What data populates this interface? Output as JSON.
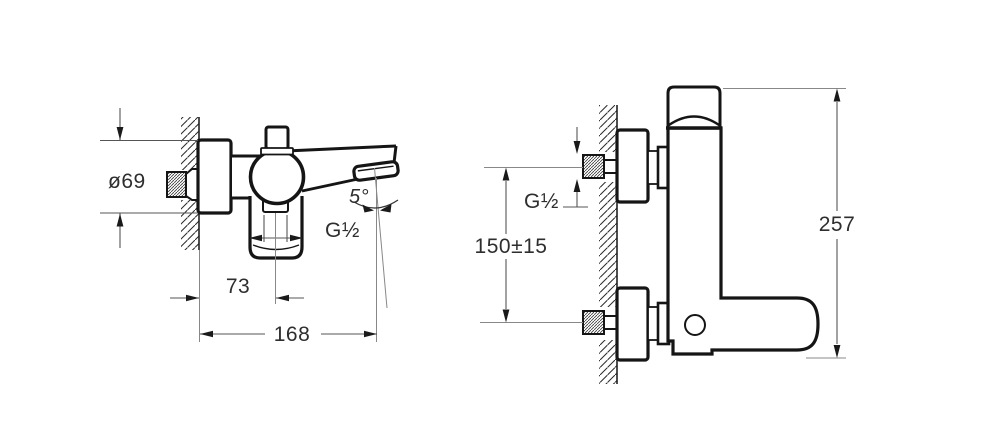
{
  "drawing": {
    "colors": {
      "outline": "#151515",
      "dimension_line": "#555555",
      "extension_line": "#888888",
      "arrow": "#1a1a1a",
      "text": "#2e2e2e",
      "background": "#ffffff"
    },
    "dimensions": {
      "side": {
        "escutcheon_diameter": "ø69",
        "spout_angle": "5°",
        "outlet_thread": "G½",
        "wall_to_outlet_center": "73",
        "wall_to_spout_tip": "168"
      },
      "front": {
        "inlet_thread": "G½",
        "inlet_spacing": "150±15",
        "overall_height": "257"
      }
    }
  }
}
